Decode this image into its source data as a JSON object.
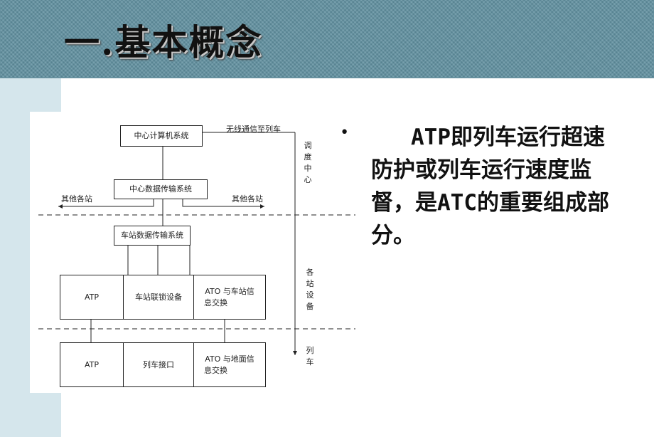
{
  "slide": {
    "title": "一.基本概念"
  },
  "diagram": {
    "top_boxes": {
      "center_computer": "中心计算机系统",
      "center_transmission": "中心数据传输系统",
      "station_transmission": "车站数据传输系统"
    },
    "labels": {
      "wireless": "无线通信至列车",
      "other_left": "其他各站",
      "other_right": "其他各站",
      "dispatch_center": "调度中心",
      "station_equipment": "各站设备",
      "train": "列车"
    },
    "station_row": {
      "atp": "ATP",
      "interlock": "车站联锁设备",
      "ato_line1": "ATO 与车站信",
      "ato_line2": "息交换"
    },
    "train_row": {
      "atp": "ATP",
      "interface": "列车接口",
      "ato_line1": "ATO 与地面信",
      "ato_line2": "息交换"
    }
  },
  "bullet": {
    "marker": "•",
    "text": "ATP即列车运行超速防护或列车运行速度监督，是ATC的重要组成部分。"
  }
}
